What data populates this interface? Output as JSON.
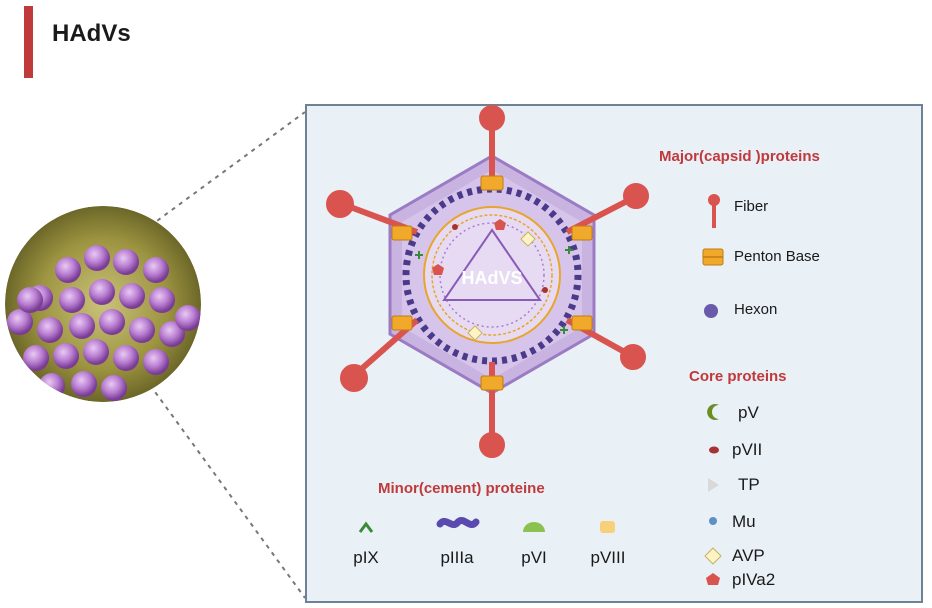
{
  "title": "HAdVs",
  "center_label": "HAdVS",
  "major": {
    "heading": "Major(capsid )proteins",
    "items": [
      "Fiber",
      "Penton Base",
      "Hexon"
    ]
  },
  "core": {
    "heading": "Core proteins",
    "items": [
      "pV",
      "pVII",
      "TP",
      "Mu",
      "AVP",
      "pIVa2"
    ]
  },
  "minor": {
    "heading": "Minor(cement) proteine",
    "items": [
      "pIX",
      "pIIIa",
      "pVI",
      "pVIII"
    ]
  },
  "colors": {
    "accent": "#c0393b",
    "panel_bg": "#e9f0f6",
    "panel_border": "#6d8395",
    "capsid_fill": "#c9b3e0",
    "hexon": "#4a3a8a",
    "fiber": "#d9534f",
    "penton": "#f0a92a",
    "cement_green": "#3a8a3a",
    "pVI": "#8cc152",
    "pVIII": "#f7d07a",
    "dna": "#e8a52c"
  },
  "icons": [
    "micrograph-image",
    "fiber-icon",
    "penton-base-icon",
    "hexon-icon",
    "pV-icon",
    "pVII-icon",
    "TP-icon",
    "Mu-icon",
    "AVP-icon",
    "pIVa2-icon",
    "pIX-icon",
    "pIIIa-icon",
    "pVI-icon",
    "pVIII-icon"
  ]
}
